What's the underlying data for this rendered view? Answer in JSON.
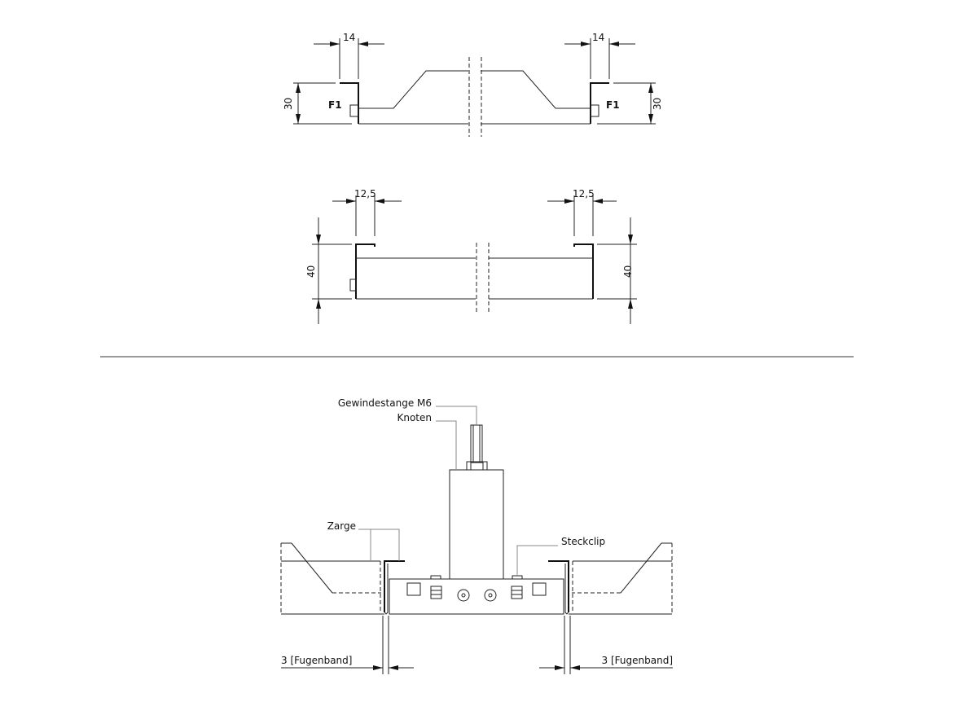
{
  "drawing": {
    "section_f1": {
      "width_left": "14",
      "width_right": "14",
      "height_left": "30",
      "height_right": "30",
      "label_left": "F1",
      "label_right": "F1"
    },
    "section_40": {
      "width_left": "12,5",
      "width_right": "12,5",
      "height_left": "40",
      "height_right": "40"
    },
    "assembly": {
      "rod_label": "Gewindestange M6",
      "node_label": "Knoten",
      "frame_label": "Zarge",
      "clip_label": "Steckclip",
      "joint_left": "3 [Fugenband]",
      "joint_right": "3 [Fugenband]"
    }
  }
}
